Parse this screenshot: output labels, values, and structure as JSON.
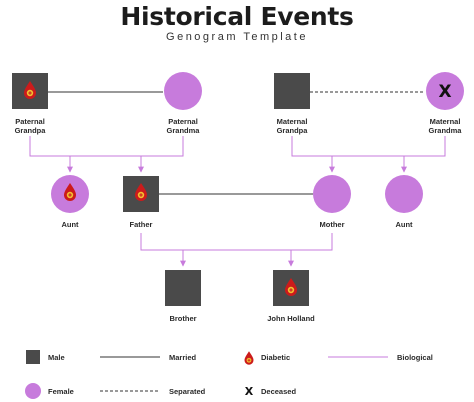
{
  "title": "Historical Events",
  "subtitle": "Genogram Template",
  "colors": {
    "male": "#4a4a4a",
    "female": "#c77bdc",
    "biological": "#c77bdc",
    "diabetic_drop": "#cc1b1b",
    "diabetic_cross": "#f2c230"
  },
  "people": {
    "paternal_grandpa": "Paternal\nGrandpa",
    "paternal_grandma": "Paternal\nGrandma",
    "maternal_grandpa": "Maternal\nGrandpa",
    "maternal_grandma": "Maternal\nGrandma",
    "aunt_left": "Aunt",
    "father": "Father",
    "mother": "Mother",
    "aunt_right": "Aunt",
    "brother": "Brother",
    "john_holland": "John Holland"
  },
  "deceased_mark": "X",
  "legend": {
    "male": "Male",
    "female": "Female",
    "married": "Married",
    "separated": "Separated",
    "diabetic": "Diabetic",
    "deceased": "Deceased",
    "biological": "Biological"
  }
}
